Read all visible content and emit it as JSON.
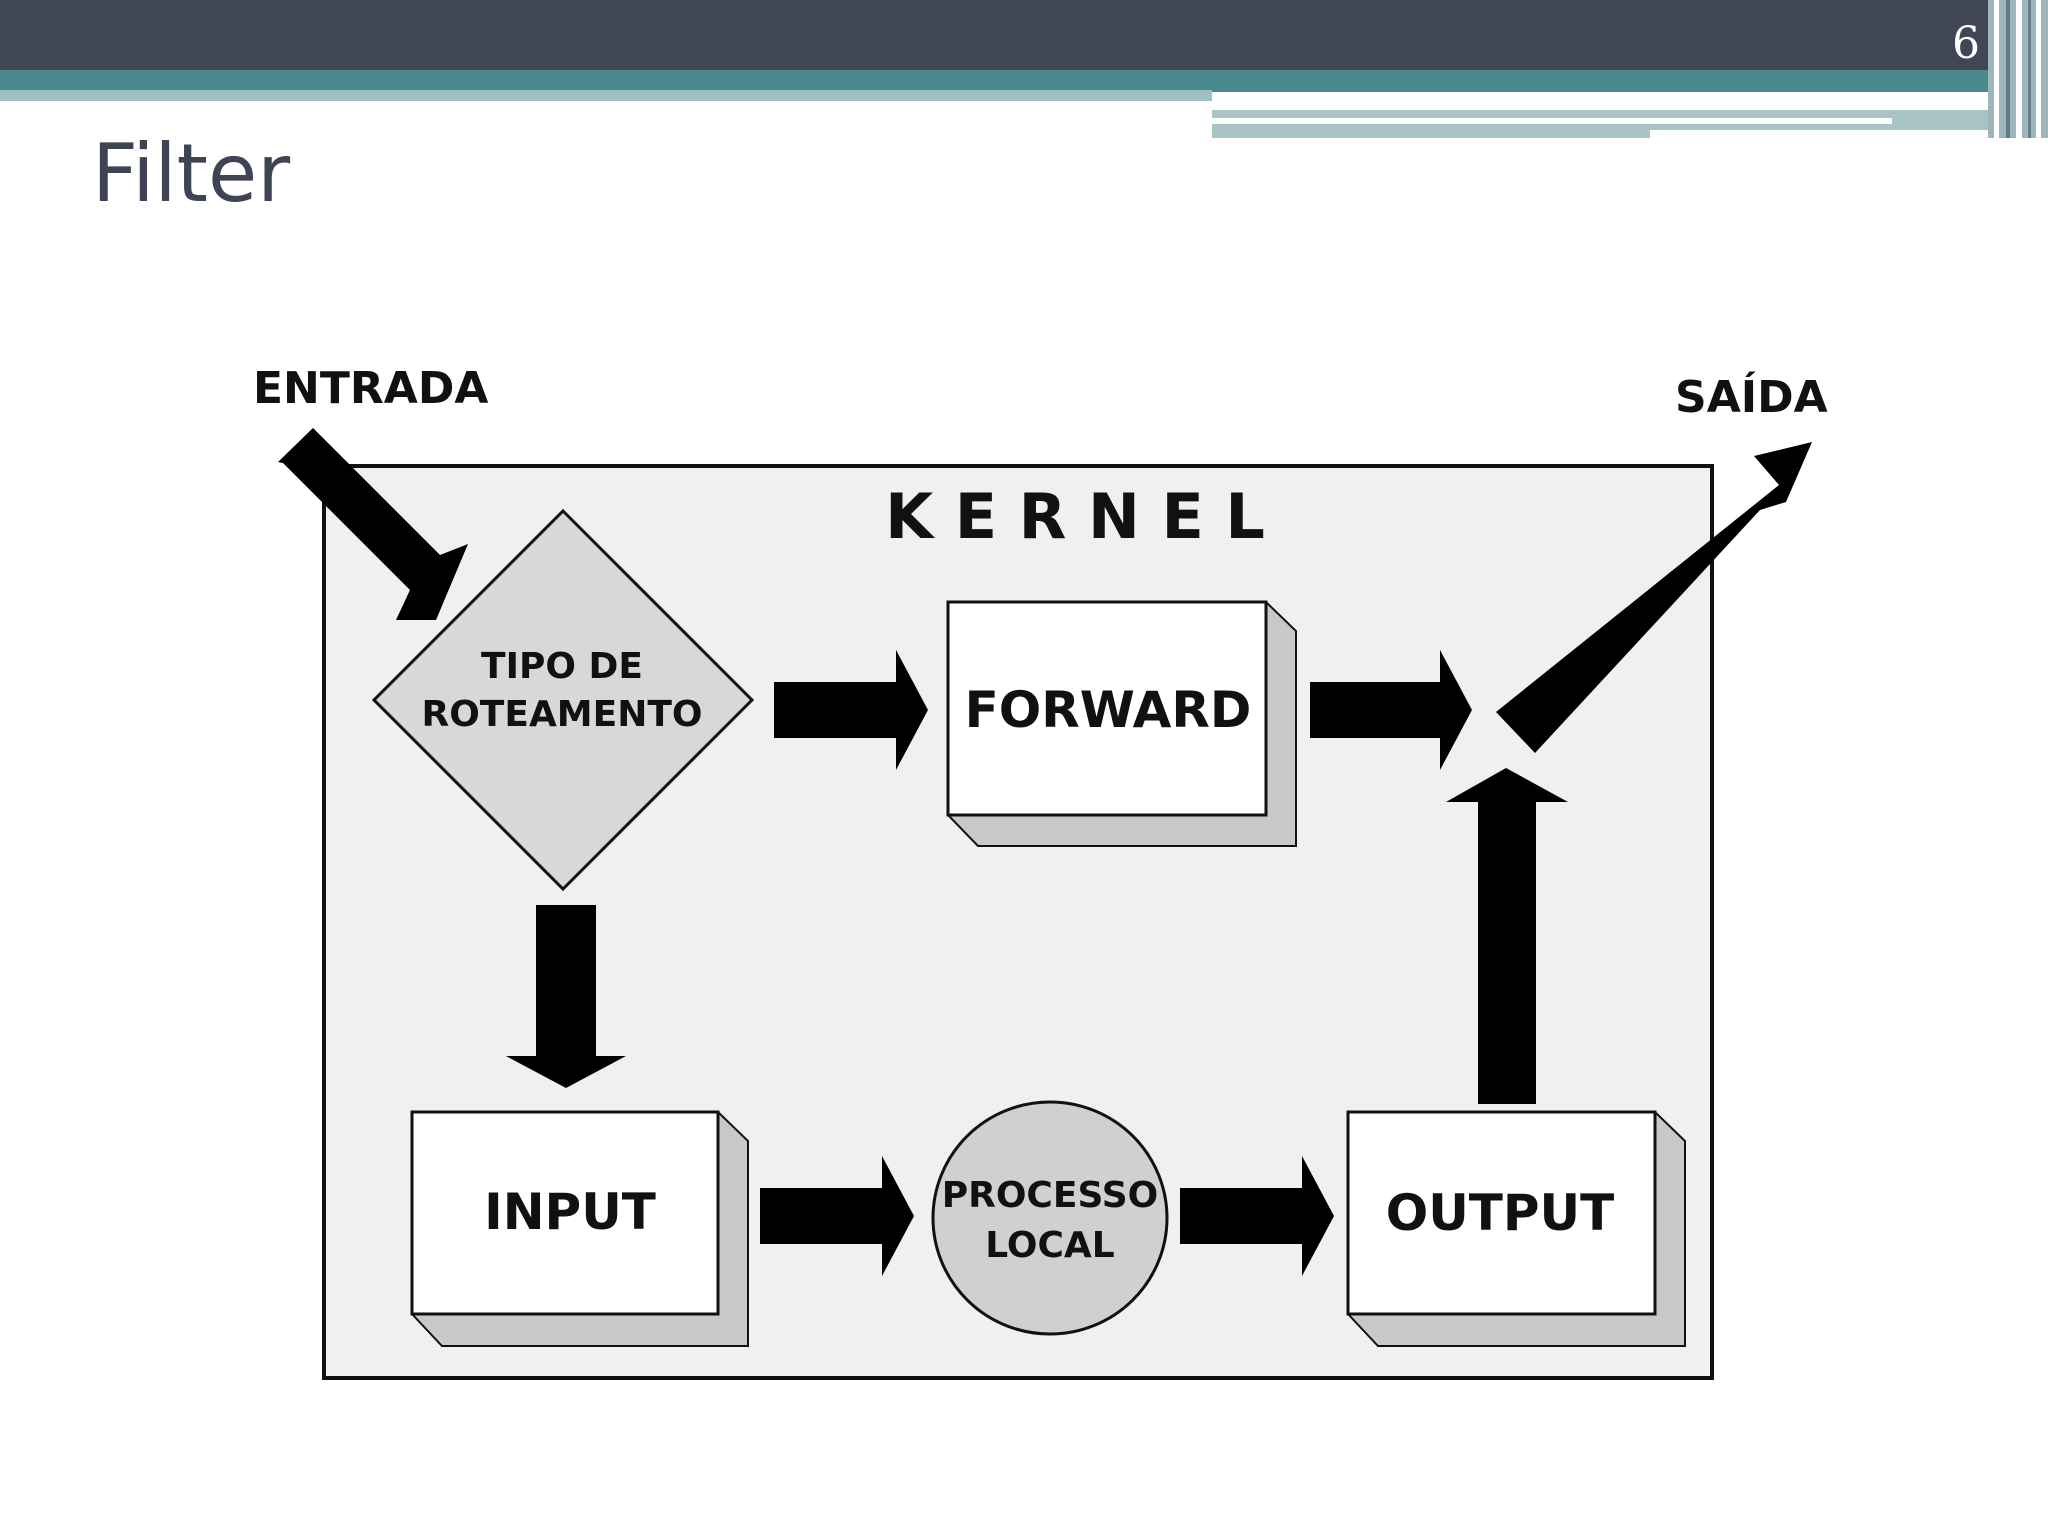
{
  "header": {
    "page_number": "6"
  },
  "slide": {
    "title": "Filter"
  },
  "diagram": {
    "entrada_label": "ENTRADA",
    "saida_label": "SAÍDA",
    "kernel_label": "K E R N E L",
    "decision_line1": "TIPO DE",
    "decision_line2": "ROTEAMENTO",
    "forward_label": "FORWARD",
    "input_label": "INPUT",
    "process_line1": "PROCESSO",
    "process_line2": "LOCAL",
    "output_label": "OUTPUT"
  },
  "colors": {
    "header_dark": "#414656",
    "header_teal": "#4a8a8e",
    "title": "#3f4455",
    "kernel_background": "#f0f0f2",
    "decision_fill": "#d8d8db",
    "process_fill": "#d0d0d3",
    "arrow_fill": "#000000"
  }
}
